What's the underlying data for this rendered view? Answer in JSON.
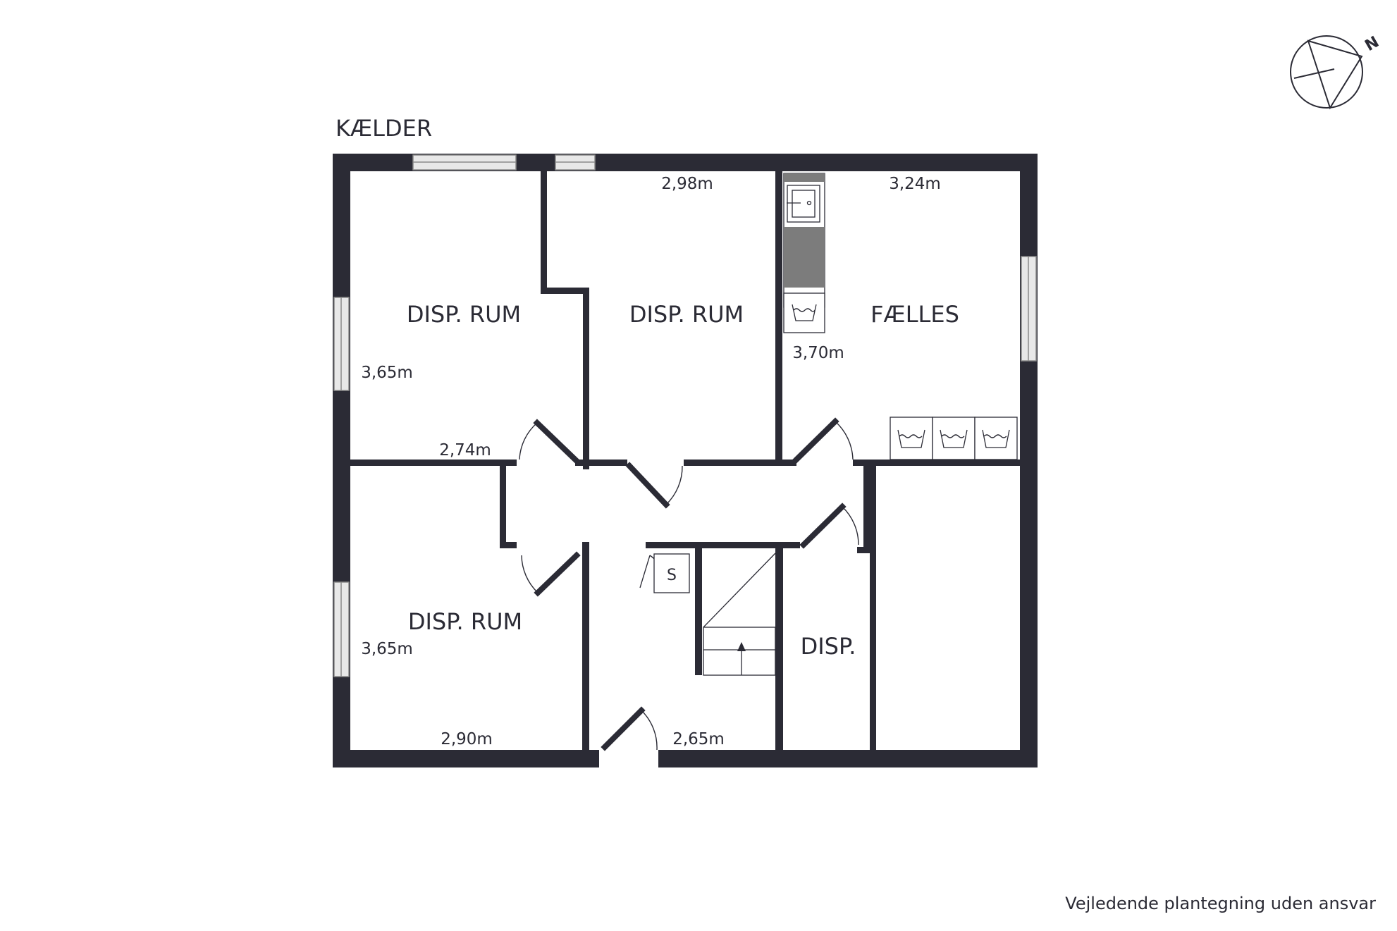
{
  "floor": {
    "name": "KÆLDER"
  },
  "rooms": {
    "disp_rum_top_left": "DISP. RUM",
    "disp_rum_top_middle": "DISP. RUM",
    "faelles": "FÆLLES",
    "disp_rum_bottom_left": "DISP. RUM",
    "disp_small": "DISP."
  },
  "dimensions": {
    "top_middle_width": "2,98m",
    "faelles_width": "3,24m",
    "faelles_depth": "3,70m",
    "top_left_depth": "3,65m",
    "top_left_width": "2,74m",
    "bottom_left_depth": "3,65m",
    "bottom_left_width": "2,90m",
    "hall_width": "2,65m"
  },
  "fixtures": {
    "stair_marker": "S"
  },
  "compass": {
    "north": "N"
  },
  "footer": {
    "disclaimer": "Vejledende plantegning uden ansvar"
  },
  "colors": {
    "wall": "#2b2b35",
    "window": "#e8e8e8",
    "counter": "#7c7c7c",
    "background": "#ffffff"
  }
}
